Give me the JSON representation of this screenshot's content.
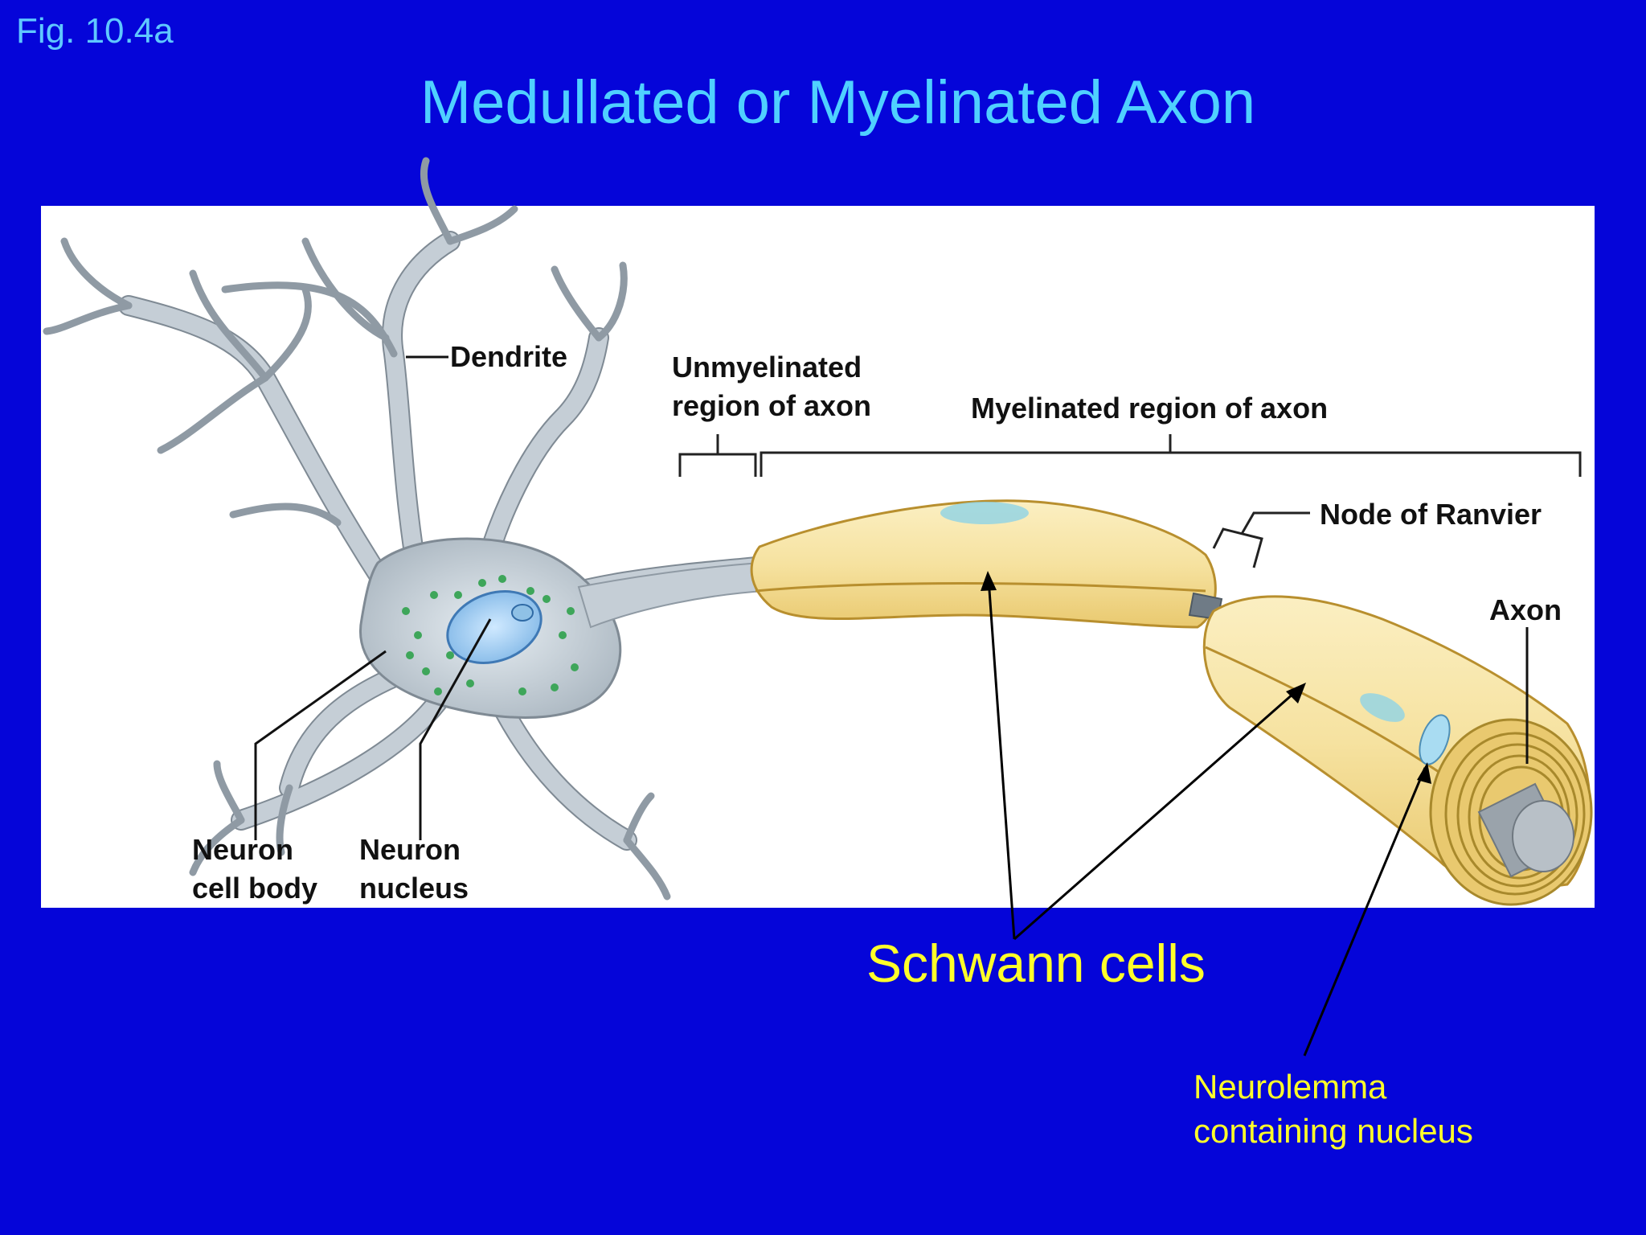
{
  "fig_label": "Fig. 10.4a",
  "title": "Medullated or Myelinated Axon",
  "labels": {
    "dendrite": "Dendrite",
    "unmyelinated_line1": "Unmyelinated",
    "unmyelinated_line2": "region of axon",
    "myelinated": "Myelinated region of axon",
    "node": "Node of Ranvier",
    "axon": "Axon",
    "cell_body_line1": "Neuron",
    "cell_body_line2": "cell body",
    "nucleus_line1": "Neuron",
    "nucleus_line2": "nucleus"
  },
  "callouts": {
    "schwann": "Schwann cells",
    "neurolemma_line1": "Neurolemma",
    "neurolemma_line2": "containing nucleus"
  },
  "colors": {
    "background": "#0505d9",
    "title": "#4fd0ff",
    "callout": "#ffff2a",
    "cell": "#c5ced6",
    "myelin": "#f7e6a6"
  }
}
